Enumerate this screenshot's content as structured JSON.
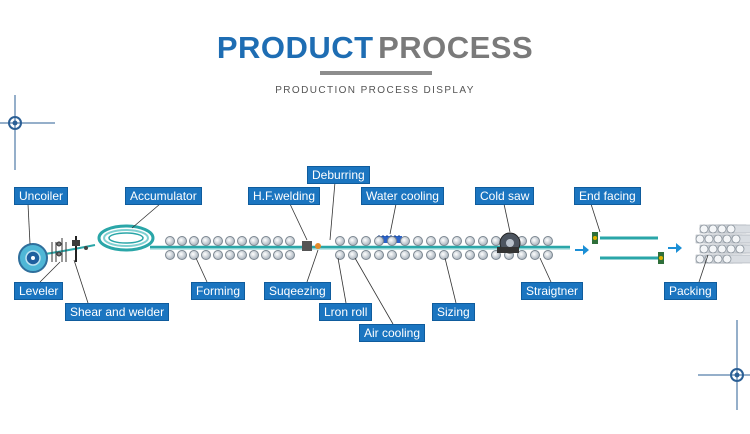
{
  "header": {
    "title_part1": "PRODUCT",
    "title_part2": "PROCESS",
    "subtitle": "PRODUCTION PROCESS DISPLAY"
  },
  "labels": {
    "uncoiler": "Uncoiler",
    "leveler": "Leveler",
    "shear_and_welder": "Shear and welder",
    "accumulator": "Accumulator",
    "forming": "Forming",
    "hf_welding": "H.F.welding",
    "deburring": "Deburring",
    "suqeezing": "Suqeezing",
    "lron_roll": "Lron roll",
    "water_cooling": "Water cooling",
    "air_cooling": "Air cooling",
    "sizing": "Sizing",
    "cold_saw": "Cold saw",
    "straigtner": "Straigtner",
    "end_facing": "End facing",
    "packing": "Packing"
  },
  "colors": {
    "accent": "#1b75c0",
    "title_blue": "#1e6db3",
    "title_gray": "#7a7a7a",
    "pipe": "#2aa6a8"
  }
}
